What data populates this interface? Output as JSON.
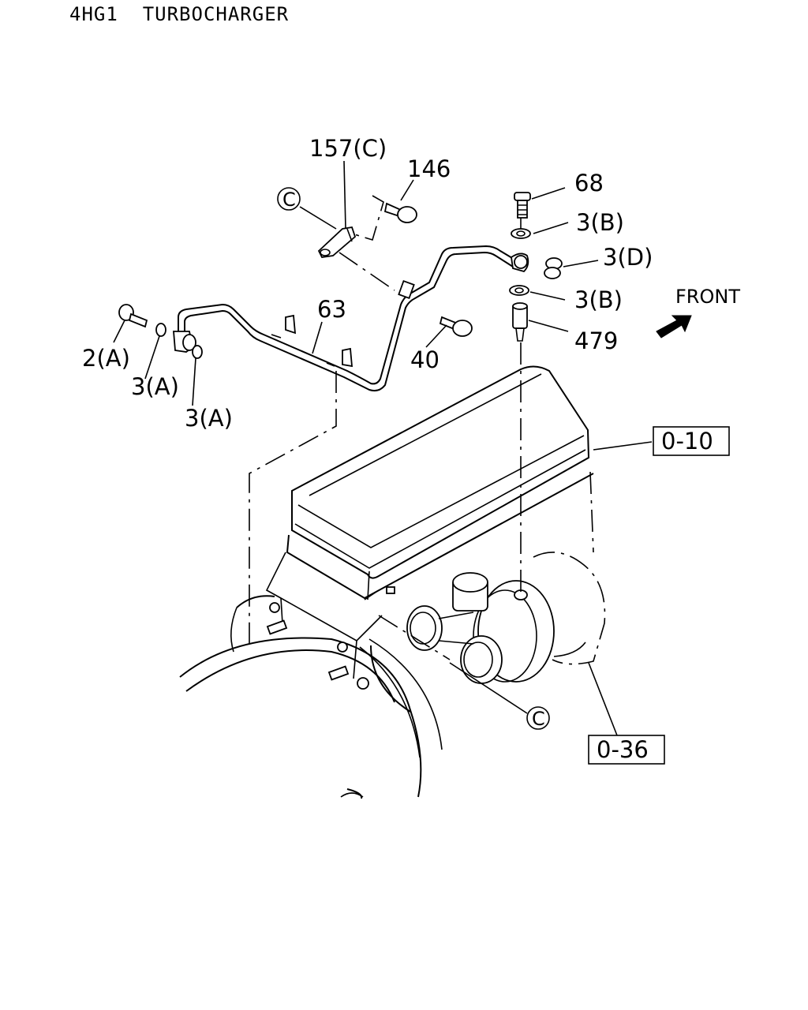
{
  "header": {
    "title": "4HG1  TURBOCHARGER"
  },
  "direction": {
    "label": "FRONT"
  },
  "callouts": {
    "p157c": "157(C)",
    "p146": "146",
    "p68": "68",
    "p3b_top": "3(B)",
    "p3d": "3(D)",
    "p3b_bottom": "3(B)",
    "p479": "479",
    "p63": "63",
    "p2a": "2(A)",
    "p3a_1": "3(A)",
    "p3a_2": "3(A)",
    "p40": "40",
    "ref_c": "C"
  },
  "reference_boxes": {
    "engine": "0-10",
    "turbo": "0-36"
  }
}
